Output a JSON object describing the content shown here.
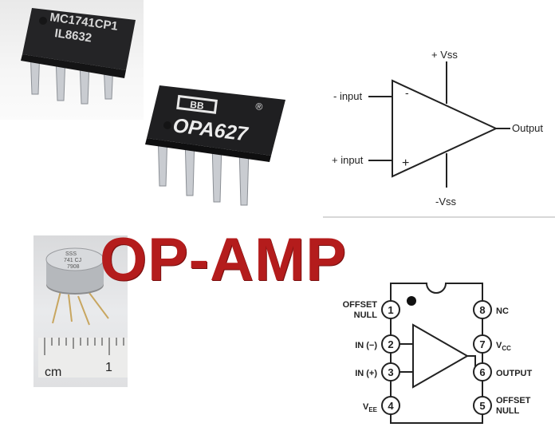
{
  "colors": {
    "title_red": "#b41c1c",
    "chip_body": "#1f1f21",
    "pin_silver": "#c9ccd1",
    "line": "#222222"
  },
  "chips": {
    "chip1_marking_line1": "MC1741CP1",
    "chip1_marking_line2": "IL8632",
    "chip2_logo": "BB",
    "chip2_marking": "OPA627",
    "chip2_registered": "®",
    "can_marking_line1": "SSS",
    "can_marking_line2": "741 CJ",
    "can_marking_line3": "7908"
  },
  "ruler": {
    "unit_label": "cm",
    "tick_label": "1"
  },
  "title": "OP-AMP",
  "symbol": {
    "supply_pos": "+ Vss",
    "supply_neg": "-Vss",
    "input_neg": "- input",
    "input_pos": "+ input",
    "output": "Output",
    "sign_neg": "-",
    "sign_pos": "+"
  },
  "pinout": {
    "pins_left": [
      {
        "num": "1",
        "label_line1": "OFFSET",
        "label_line2": "NULL"
      },
      {
        "num": "2",
        "label_line1": "IN (−)",
        "label_line2": ""
      },
      {
        "num": "3",
        "label_line1": "IN (+)",
        "label_line2": ""
      },
      {
        "num": "4",
        "label_line1": "V",
        "label_sub": "EE",
        "label_line2": ""
      }
    ],
    "pins_right": [
      {
        "num": "8",
        "label_line1": "NC",
        "label_line2": ""
      },
      {
        "num": "7",
        "label_line1": "V",
        "label_sub": "CC",
        "label_line2": ""
      },
      {
        "num": "6",
        "label_line1": "OUTPUT",
        "label_line2": ""
      },
      {
        "num": "5",
        "label_line1": "OFFSET",
        "label_line2": "NULL"
      }
    ]
  }
}
